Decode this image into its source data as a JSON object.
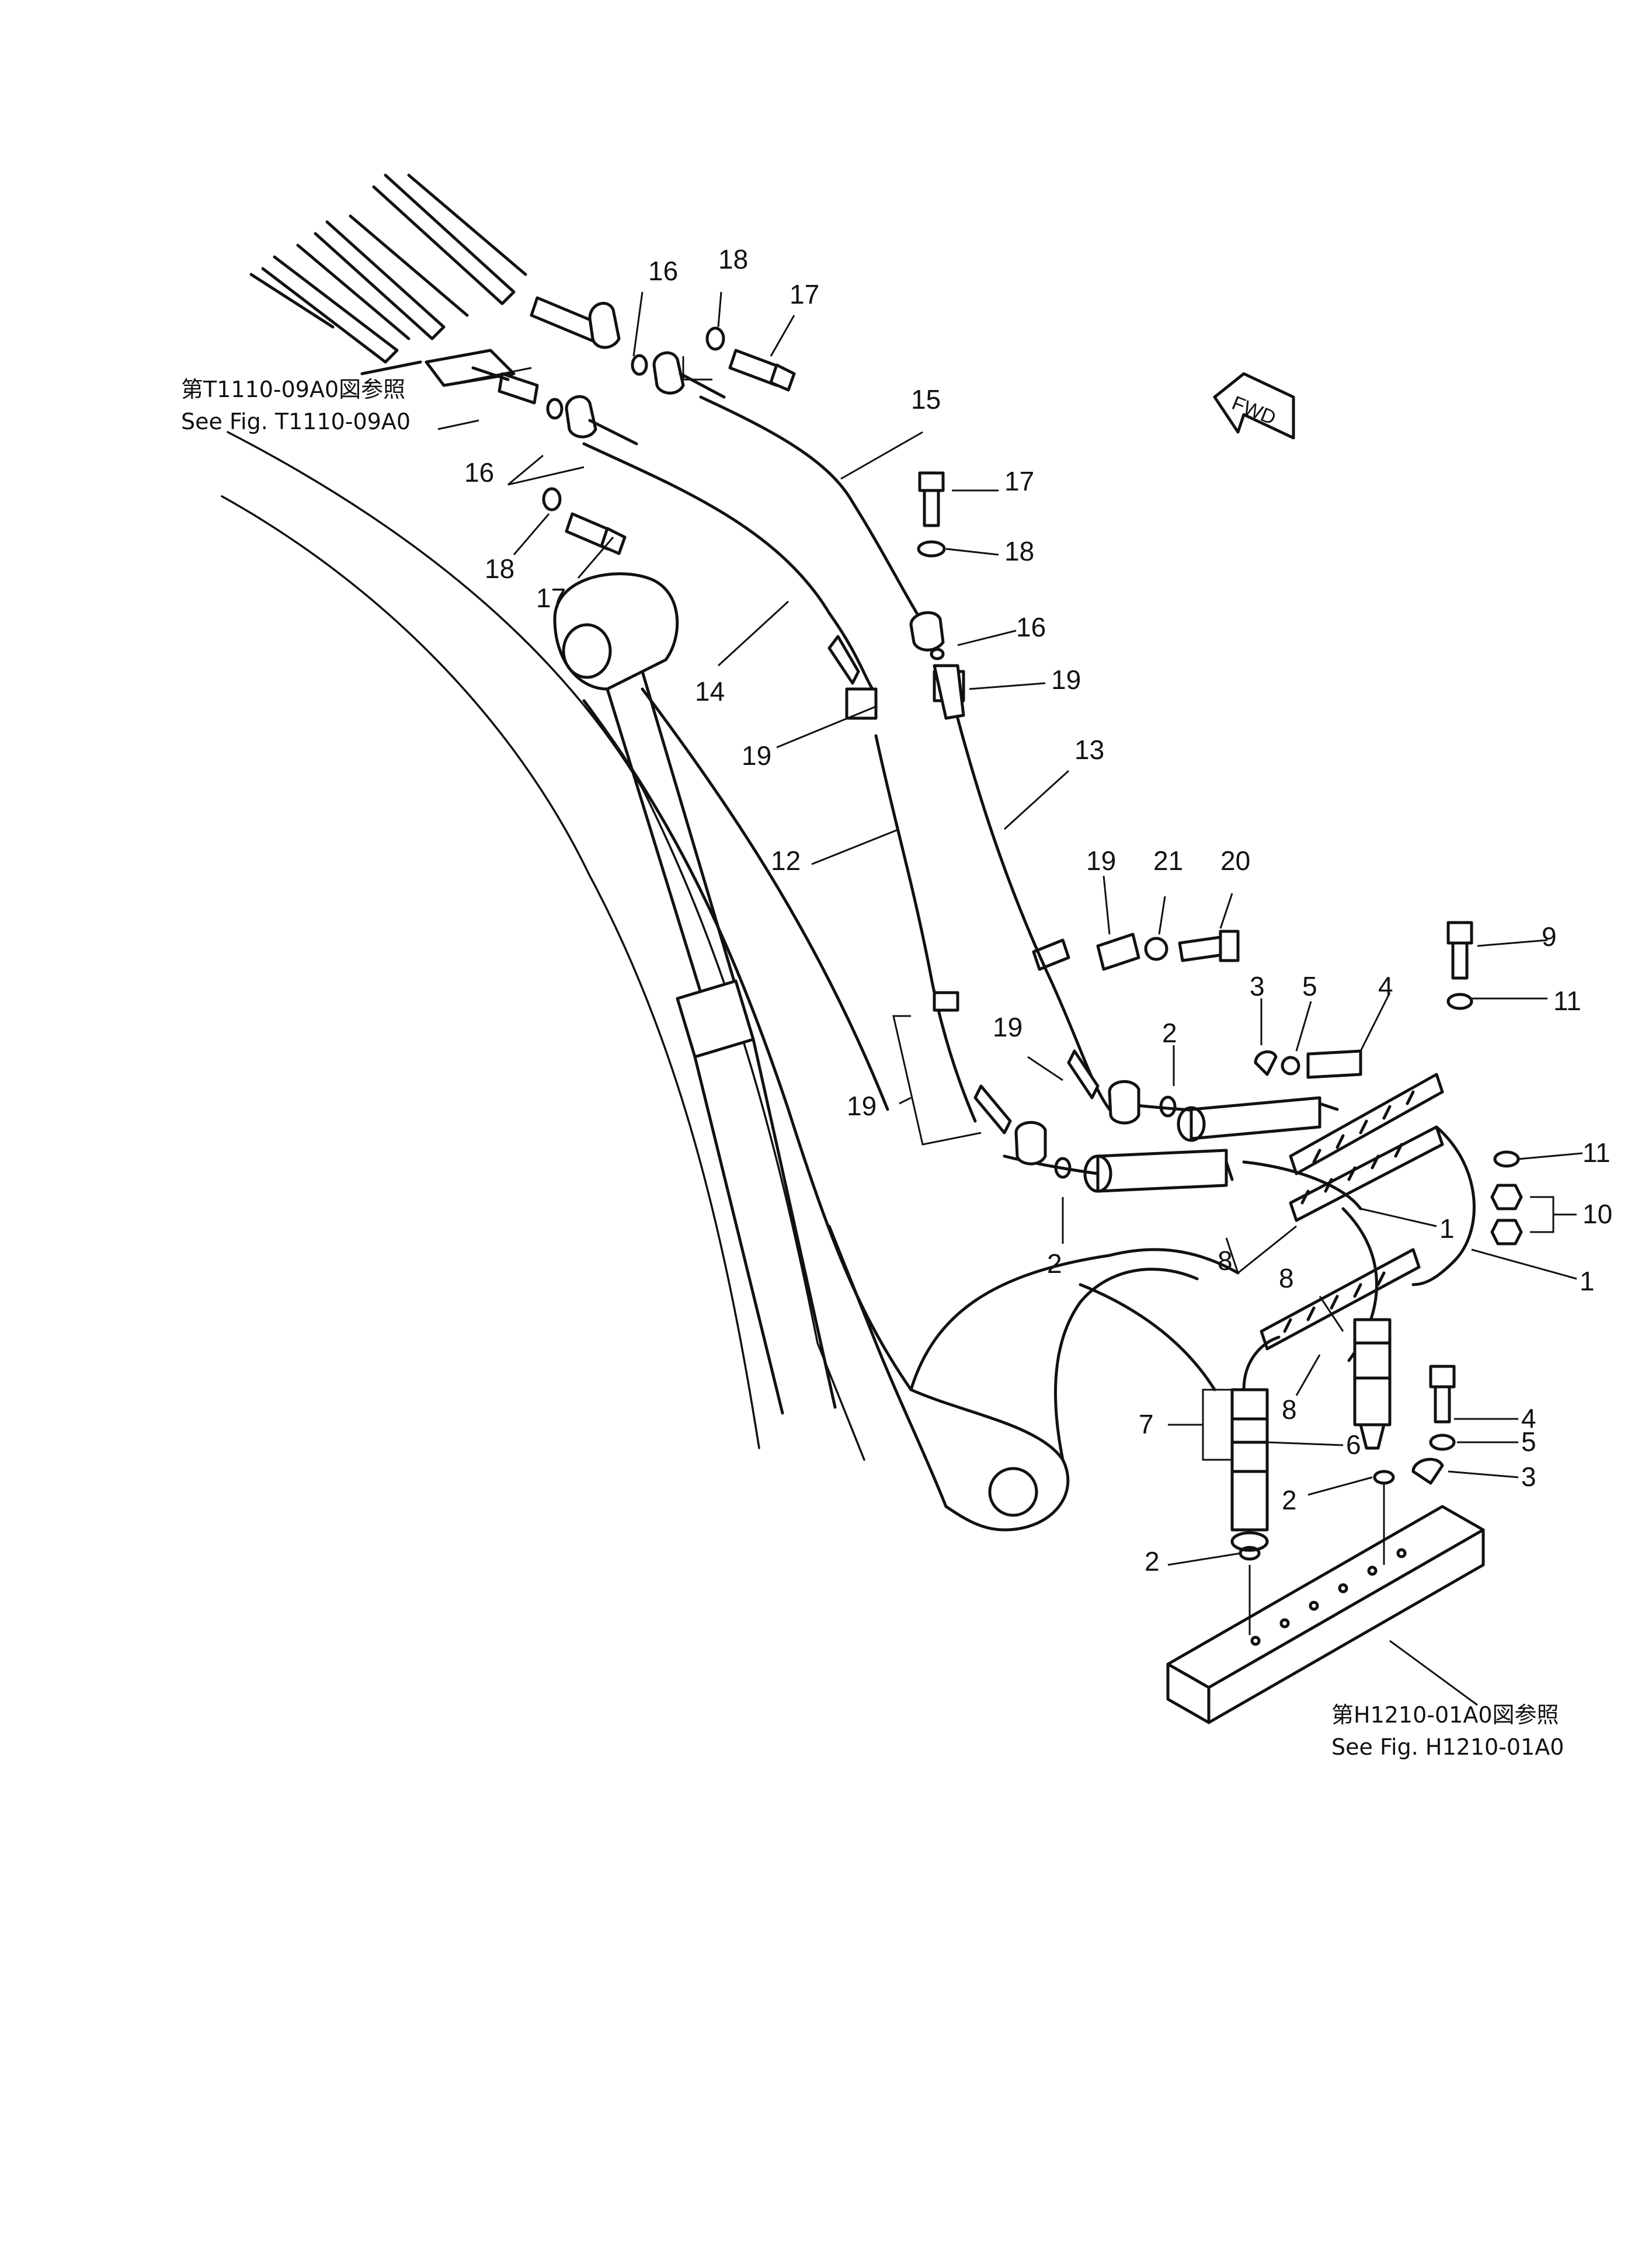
{
  "references": {
    "top_left": {
      "jp": "第T1110-09A0図参照",
      "en": "See Fig. T1110-09A0"
    },
    "bottom_right": {
      "jp": "第H1210-01A0図参照",
      "en": "See Fig. H1210-01A0"
    }
  },
  "direction_badge": {
    "label": "FWD",
    "icon": "forward-arrow-icon"
  },
  "part_numbers": [
    "1",
    "2",
    "3",
    "4",
    "5",
    "6",
    "7",
    "8",
    "9",
    "10",
    "11",
    "12",
    "13",
    "14",
    "15",
    "16",
    "17",
    "18",
    "19",
    "20",
    "21"
  ]
}
